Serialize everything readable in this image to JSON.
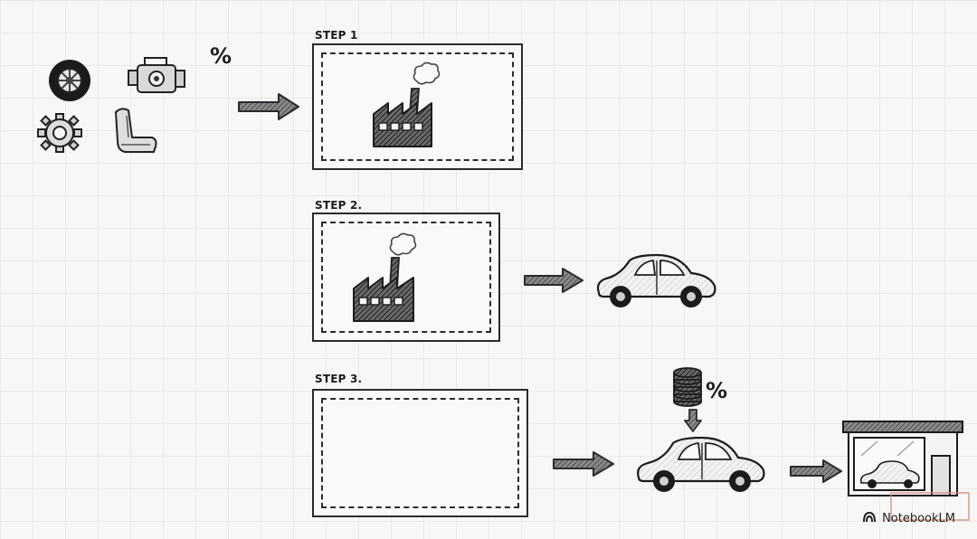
{
  "parts": {
    "icons": [
      "tire-icon",
      "engine-icon",
      "gear-icon",
      "car-seat-icon"
    ],
    "percent_label": "%"
  },
  "steps": [
    {
      "label": "STEP 1",
      "content_icon": "factory-icon"
    },
    {
      "label": "STEP 2.",
      "content_icon": "factory-icon",
      "output_icon": "car-icon"
    },
    {
      "label": "STEP 3.",
      "content_icon": "",
      "output_icon": "car-icon"
    }
  ],
  "tax": {
    "icon": "coin-stack-icon",
    "percent_label": "%"
  },
  "dealership": {
    "icon": "car-dealership-icon"
  },
  "brand": {
    "name": "NotebookLM"
  },
  "colors": {
    "ink": "#2b2b2b",
    "grid": "#e9e9e6",
    "paper": "#f7f7f5",
    "stamp": "#d27064"
  }
}
